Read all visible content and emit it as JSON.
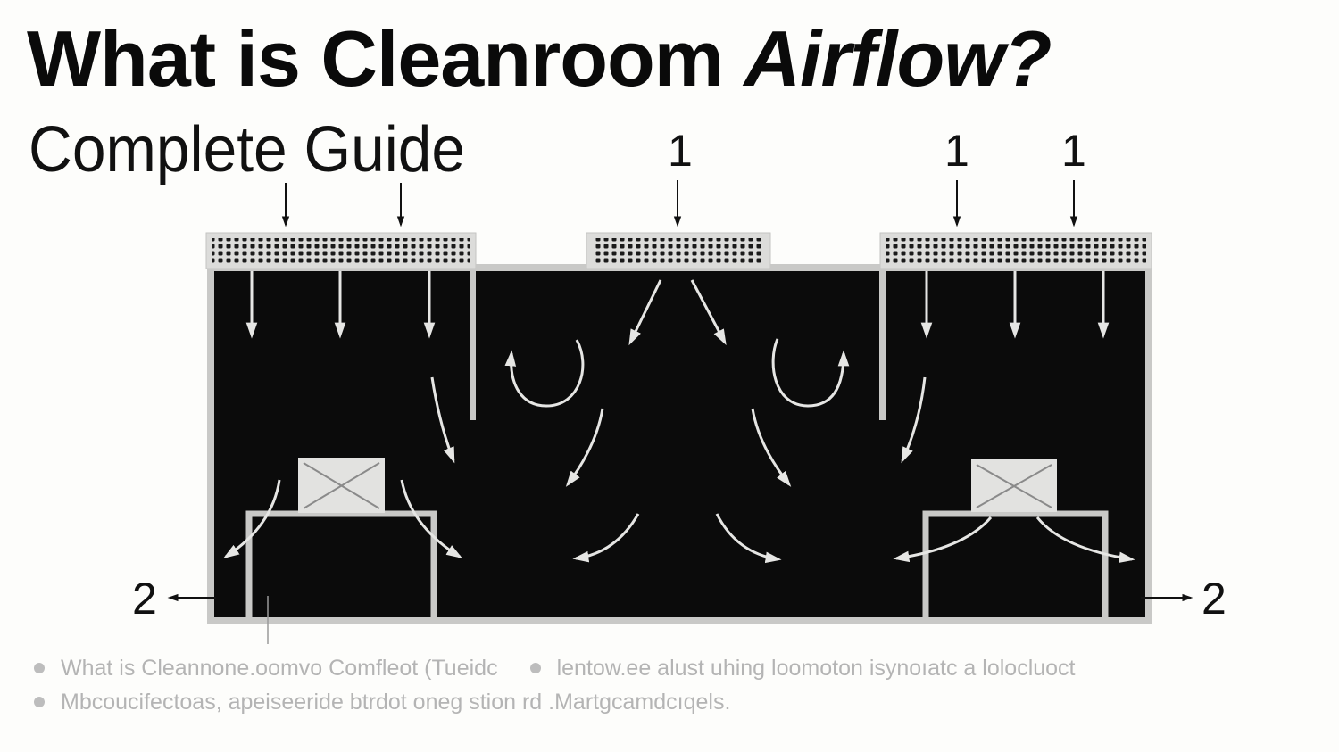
{
  "header": {
    "title_main": "What is Cleanroom",
    "title_emphasis": "Airflow?",
    "subtitle": "Complete Guide"
  },
  "diagram": {
    "supply_label": "1",
    "exhaust_label": "2",
    "supply_markers": [
      "1",
      "1",
      "1"
    ],
    "exhaust_markers": [
      "2",
      "2"
    ],
    "colors": {
      "room_fill": "#0b0b0b",
      "wall": "#c9c9c7",
      "hepa_panel": "#dcdcda",
      "arrow": "#e6e6e4",
      "equipment_box": "#e2e2e0",
      "label": "#111111"
    },
    "components": [
      "hepa-filter-left",
      "hepa-filter-center",
      "hepa-filter-right",
      "partition-wall-left",
      "partition-wall-right",
      "equipment-unit-left",
      "equipment-unit-right",
      "recirculation-vortex-left",
      "recirculation-vortex-right"
    ]
  },
  "caption": {
    "bullets_row1": [
      "What is Cleannone.oomvo Comfleot (Tueidc",
      "lentow.ee alust uhing loomoton isynoıatc a lolocluoct"
    ],
    "bullets_row2": [
      "Mbcoucifectoas, apeiseeride btrdot oneg stion rd .Martgcamdcıqels."
    ]
  }
}
